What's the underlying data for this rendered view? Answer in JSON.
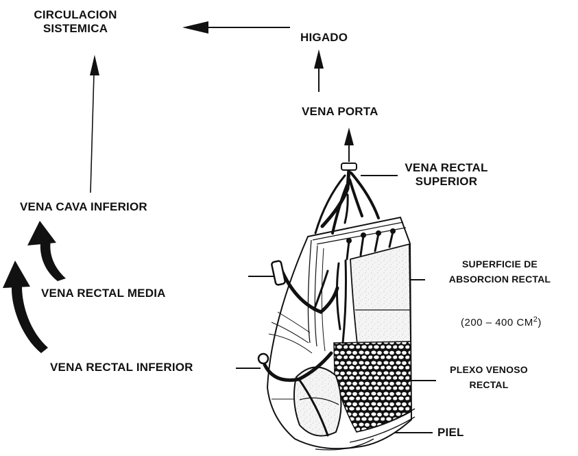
{
  "labels": {
    "circulacion_line1": "CIRCULACION",
    "circulacion_line2": "SISTEMICA",
    "higado": "HIGADO",
    "vena_porta": "VENA PORTA",
    "vena_rectal_superior_line1": "VENA RECTAL",
    "vena_rectal_superior_line2": "SUPERIOR",
    "vena_cava_inferior": "VENA CAVA INFERIOR",
    "superficie_line1": "SUPERFICIE DE",
    "superficie_line2": "ABSORCION RECTAL",
    "area_text": "(200 – 400 CM",
    "area_sup": "2",
    "area_close": ")",
    "vena_rectal_media": "VENA RECTAL MEDIA",
    "vena_rectal_inferior": "VENA RECTAL INFERIOR",
    "plexo_line1": "PLEXO VENOSO",
    "plexo_line2": "RECTAL",
    "piel": "PIEL"
  },
  "colors": {
    "ink": "#111111",
    "background": "#ffffff",
    "mucosa_fill": "#f1f1f1"
  }
}
